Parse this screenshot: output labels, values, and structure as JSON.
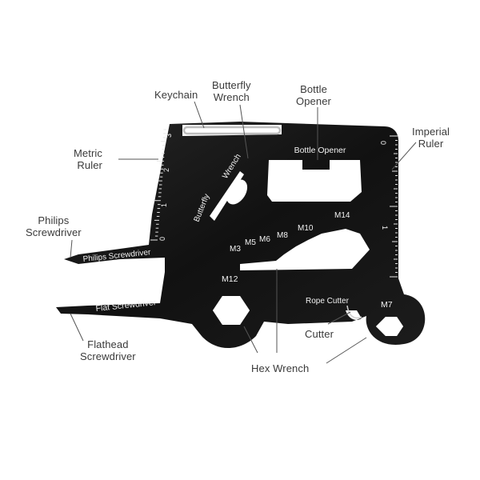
{
  "callouts": {
    "keychain": "Keychain",
    "butterfly_wrench": [
      "Butterfly",
      "Wrench"
    ],
    "bottle_opener": [
      "Bottle",
      "Opener"
    ],
    "imperial_ruler": [
      "Imperial",
      "Ruler"
    ],
    "metric_ruler": [
      "Metric",
      "Ruler"
    ],
    "philips_screwdriver": [
      "Philips",
      "Screwdriver"
    ],
    "flathead_screwdriver": [
      "Flathead",
      "Screwdriver"
    ],
    "hex_wrench": "Hex Wrench",
    "cutter": "Cutter"
  },
  "engraved": {
    "bottle_opener": "Bottle Opener",
    "butterfly_a": "Butterfly",
    "butterfly_b": "Wrench",
    "philips": "Philips Screwdriver",
    "flat": "Flat Screwdriver",
    "rope_cutter": "Rope Cutter",
    "m12": "M12",
    "m7": "M7",
    "hex_sizes": [
      "M3",
      "M5",
      "M6",
      "M8",
      "M10",
      "M14"
    ],
    "metric_ticks": [
      "0",
      "1",
      "2",
      "3"
    ],
    "imperial_ticks": [
      "0",
      "1"
    ]
  },
  "colors": {
    "tool": "#141414",
    "engraving": "#f2f2f2",
    "label": "#3a3a3a",
    "leader": "#555555"
  }
}
